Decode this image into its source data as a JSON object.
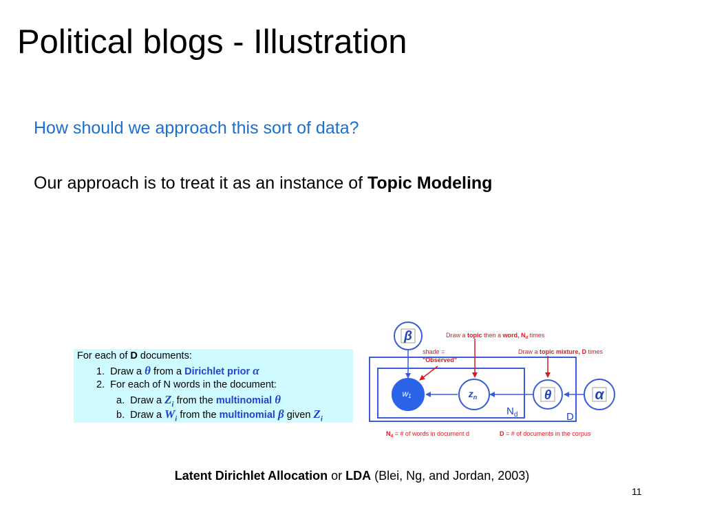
{
  "slide": {
    "title": "Political blogs - Illustration",
    "question": "How should we approach this sort of data?",
    "approach_prefix": "Our approach is to treat it as an instance of ",
    "approach_bold": "Topic Modeling",
    "page_number": "11"
  },
  "algorithm": {
    "line0_pre": "For each of ",
    "line0_bold": "D",
    "line0_post": " documents:",
    "line1_num": "1.",
    "line1_pre": "Draw a ",
    "line1_sym": "θ",
    "line1_mid": " from a ",
    "line1_blue": "Dirichlet prior ",
    "line1_sym2": "α",
    "line2_num": "2.",
    "line2_text": "For each of N words in the document:",
    "line3_num": "a.",
    "line3_pre": "Draw a ",
    "line3_sym": "Z",
    "line3_sub": "i",
    "line3_mid": " from the ",
    "line3_blue": "multinomial ",
    "line3_sym2": "θ",
    "line4_num": "b.",
    "line4_pre": "Draw a ",
    "line4_sym": "W",
    "line4_sub": "i",
    "line4_mid": " from the ",
    "line4_blue": "multinomial ",
    "line4_sym2": "β",
    "line4_given": " given ",
    "line4_sym3": "Z",
    "line4_sub3": "i"
  },
  "diagram": {
    "beta": "β",
    "theta": "θ",
    "alpha": "α",
    "w_node": "w",
    "w_sub": "1",
    "z_node": "z",
    "z_sub": "n",
    "nd_main": "N",
    "nd_sub": "d",
    "d_label": "D",
    "shade_line1": "shade =",
    "shade_line2": "\"Observed\"",
    "topic_note_1": "Draw a ",
    "topic_note_2": "topic",
    "topic_note_3": " then a ",
    "topic_note_4": "word, N",
    "topic_note_5": "d",
    "topic_note_6": " times",
    "mixture_note_1": "Draw a ",
    "mixture_note_2": "topic mixture, D",
    "mixture_note_3": " times",
    "nd_def_1": "N",
    "nd_def_2": "d",
    "nd_def_3": " = # of words in document d",
    "d_def_1": "D",
    "d_def_2": " = # of documents in the corpus",
    "colors": {
      "node_fill": "#2a62e8",
      "node_stroke": "#2a62e8",
      "arrow": "#d9191f",
      "plate": "#3a5bd6"
    }
  },
  "caption": {
    "bold1": "Latent Dirichlet Allocation",
    "mid": " or ",
    "bold2": "LDA",
    "rest": " (Blei, Ng, and Jordan, 2003)"
  }
}
